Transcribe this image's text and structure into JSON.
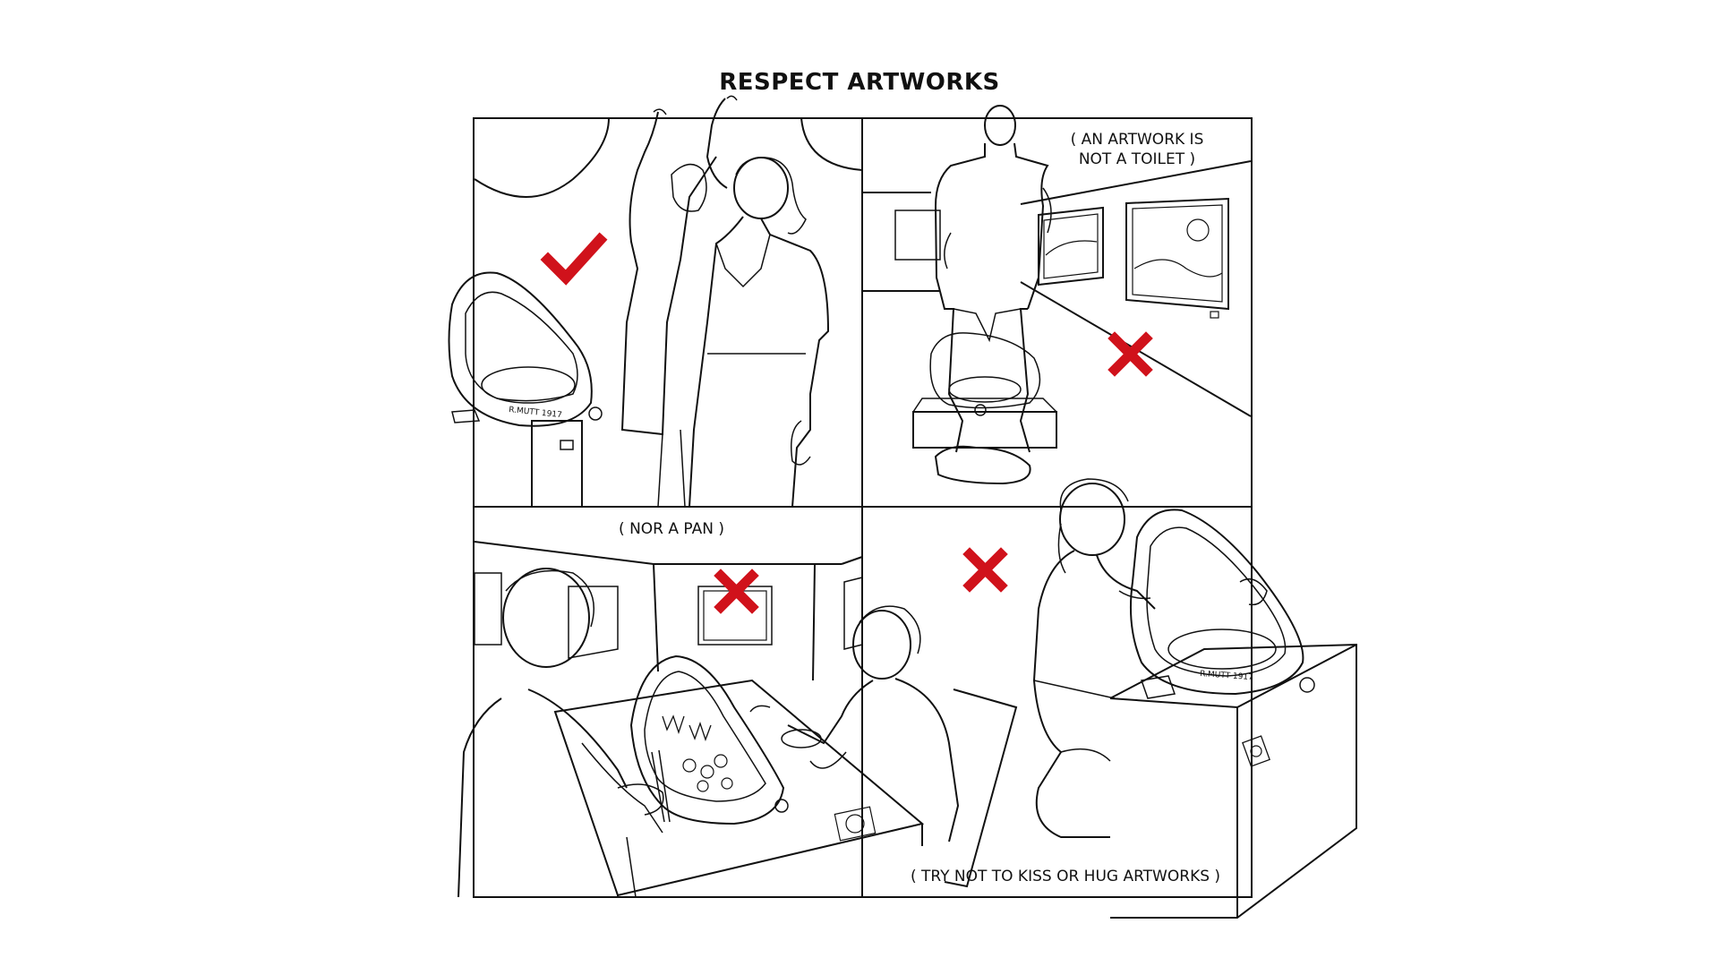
{
  "title": "RESPECT ARTWORKS",
  "colors": {
    "line": "#111111",
    "mark_red": "#d0121b"
  },
  "panels": [
    {
      "mark": "check-icon"
    },
    {
      "caption": [
        "( AN ARTWORK IS",
        "NOT A TOILET )"
      ],
      "mark": "cross-icon"
    },
    {
      "caption": [
        "( NOR A PAN )"
      ],
      "mark": "cross-icon"
    },
    {
      "caption": [
        "( TRY NOT TO KISS OR HUG ARTWORKS )"
      ],
      "mark": "cross-icon"
    }
  ],
  "urinal_signature": "R.MUTT 1917"
}
